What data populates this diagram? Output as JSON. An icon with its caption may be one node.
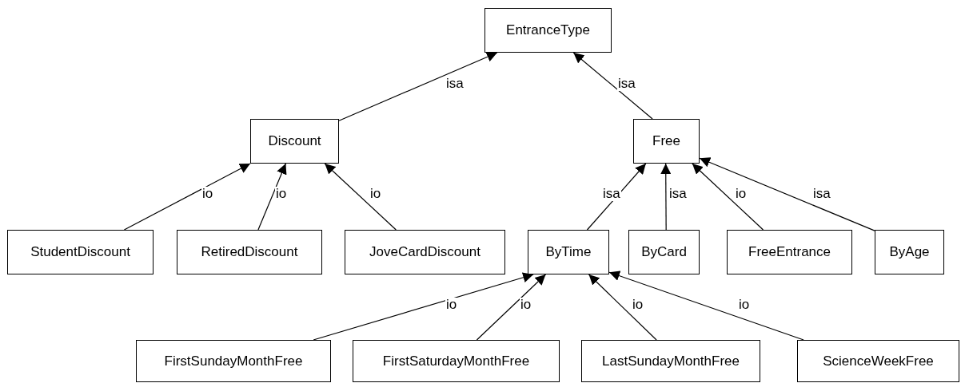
{
  "diagram": {
    "nodes": [
      {
        "text": [
          "EntranceType"
        ]
      },
      {
        "text": [
          "Discount"
        ]
      },
      {
        "text": [
          "Free"
        ]
      },
      {
        "text": [
          "StudentDiscount"
        ]
      },
      {
        "text": [
          "RetiredDiscount"
        ]
      },
      {
        "text": [
          "JoveCardDiscount"
        ]
      },
      {
        "text": [
          "ByTime"
        ]
      },
      {
        "text": [
          "ByCard"
        ]
      },
      {
        "text": [
          "FreeEntrance"
        ]
      },
      {
        "text": [
          "ByAge"
        ]
      },
      {
        "text": [
          "FirstSundayMonthFree"
        ]
      },
      {
        "text": [
          "FirstSaturdayMonthFree"
        ]
      },
      {
        "text": [
          "LastSundayMonthFree"
        ]
      },
      {
        "text": [
          "ScienceWeekFree"
        ]
      }
    ],
    "edges": [
      {
        "from": 1,
        "to": 0,
        "arrow": "to",
        "label": "isa"
      },
      {
        "from": 2,
        "to": 0,
        "arrow": "to",
        "label": "isa"
      },
      {
        "from": 3,
        "to": 1,
        "arrow": "to",
        "label": "io"
      },
      {
        "from": 4,
        "to": 1,
        "arrow": "to",
        "label": "io"
      },
      {
        "from": 5,
        "to": 1,
        "arrow": "to",
        "label": "io"
      },
      {
        "from": 6,
        "to": 2,
        "arrow": "to",
        "label": "isa"
      },
      {
        "from": 7,
        "to": 2,
        "arrow": "to",
        "label": "isa"
      },
      {
        "from": 8,
        "to": 2,
        "arrow": "to",
        "label": "io"
      },
      {
        "from": 9,
        "to": 2,
        "arrow": "to",
        "label": "isa"
      },
      {
        "from": 10,
        "to": 6,
        "arrow": "to",
        "label": "io"
      },
      {
        "from": 11,
        "to": 6,
        "arrow": "to",
        "label": "io"
      },
      {
        "from": 12,
        "to": 6,
        "arrow": "to",
        "label": "io"
      },
      {
        "from": 13,
        "to": 6,
        "arrow": "to",
        "label": "io"
      }
    ]
  }
}
